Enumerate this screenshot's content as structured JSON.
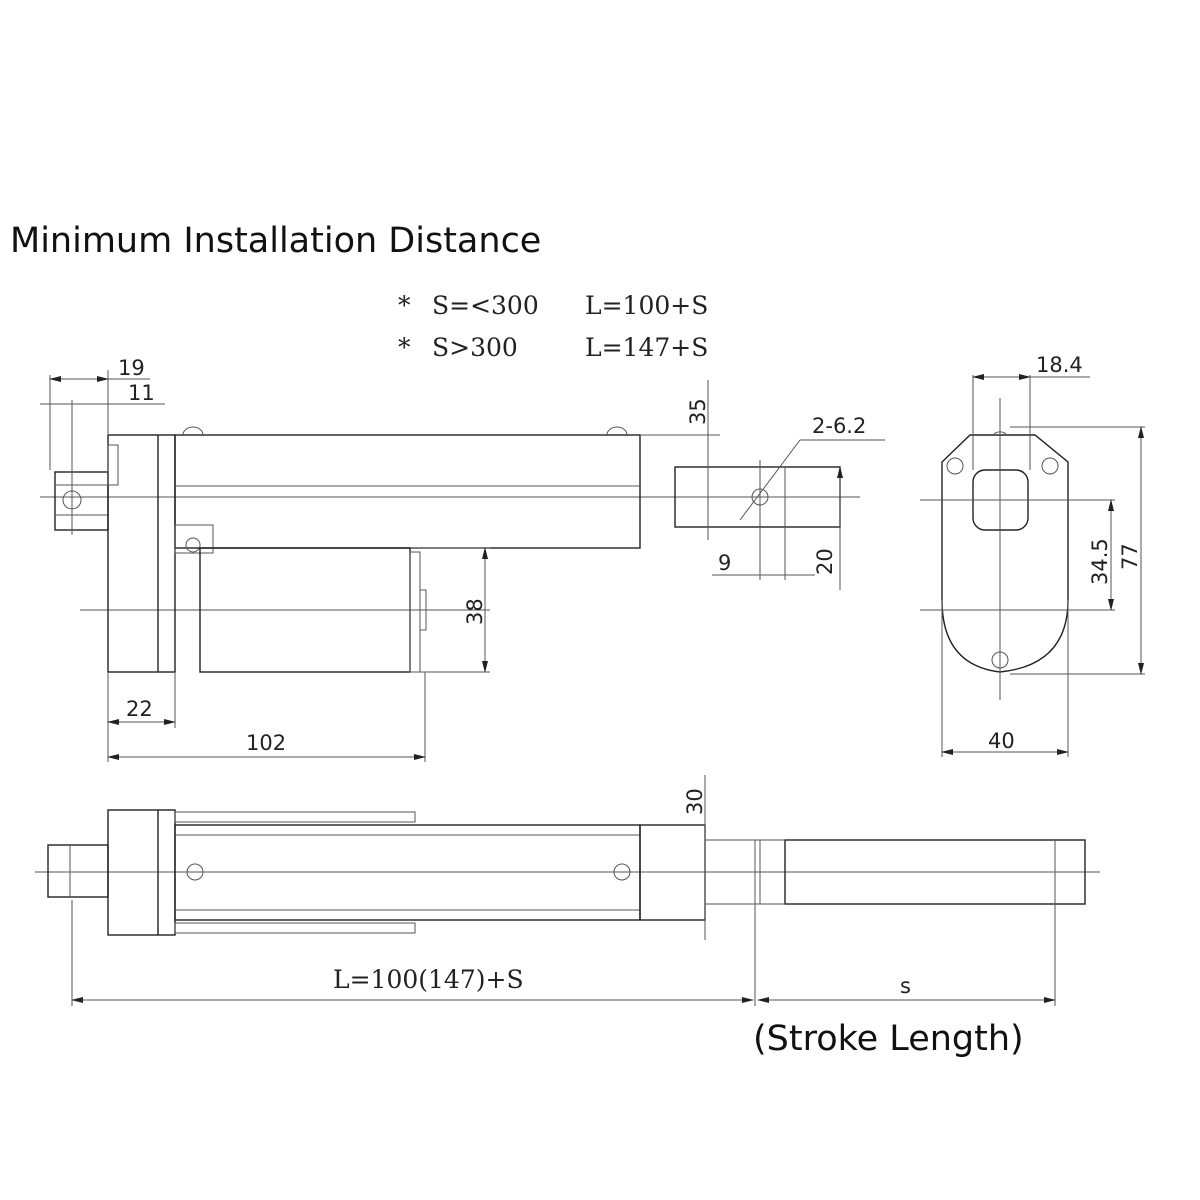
{
  "title": "Minimum Installation Distance",
  "formulas": [
    {
      "bullet": "*",
      "condition": "S=<300",
      "length": "L=100+S"
    },
    {
      "bullet": "*",
      "condition": "S>300",
      "length": "L=147+S"
    }
  ],
  "side_view_dims": {
    "d19": "19",
    "d11": "11",
    "d35": "35",
    "hole": "2-6.2",
    "d9": "9",
    "d20": "20",
    "d38": "38",
    "d22": "22",
    "d102": "102"
  },
  "end_view_dims": {
    "d18_4": "18.4",
    "d34_5": "34.5",
    "d77": "77",
    "d40": "40"
  },
  "top_view_dims": {
    "d30": "30",
    "total": "L=100(147)+S",
    "stroke": "s"
  },
  "stroke_caption": "(Stroke Length)"
}
